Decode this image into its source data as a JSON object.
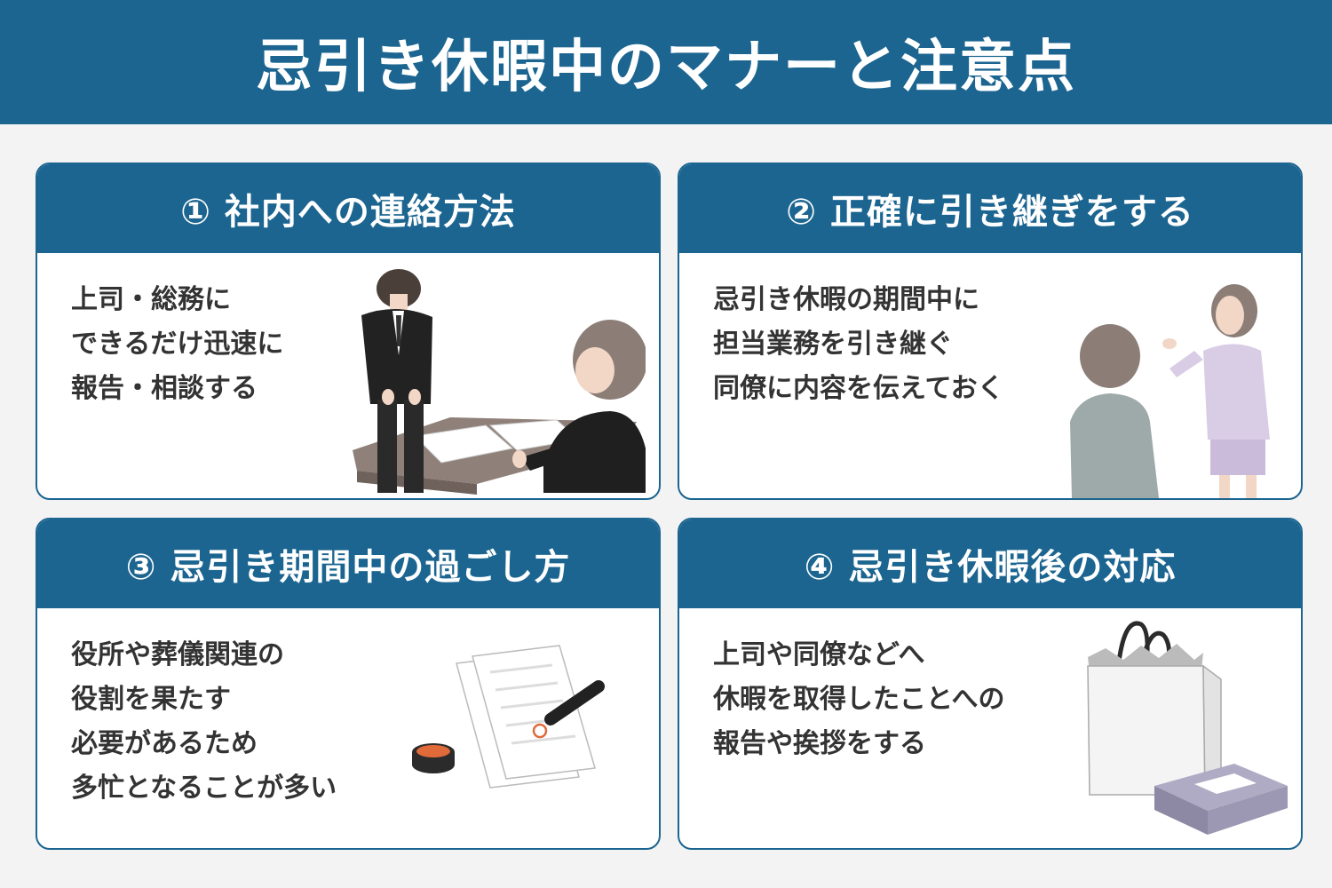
{
  "title": "忌引き休暇中のマナーと注意点",
  "colors": {
    "accent": "#1b6590",
    "background": "#f3f3f3",
    "card": "#ffffff",
    "text": "#333333"
  },
  "cards": [
    {
      "number": "①",
      "heading": "社内への連絡方法",
      "lines": [
        "上司・総務に",
        "できるだけ迅速に",
        "報告・相談する"
      ],
      "illustration": "bowing-man-reporting-to-manager-at-desk"
    },
    {
      "number": "②",
      "heading": "正確に引き継ぎをする",
      "lines": [
        "忌引き休暇の期間中に",
        "担当業務を引き継ぐ",
        "同僚に内容を伝えておく"
      ],
      "illustration": "woman-explaining-to-colleague"
    },
    {
      "number": "③",
      "heading": "忌引き期間中の過ごし方",
      "lines": [
        "役所や葬儀関連の",
        "役割を果たす",
        "必要があるため",
        "多忙となることが多い"
      ],
      "illustration": "documents-with-seal-stamp"
    },
    {
      "number": "④",
      "heading": "忌引き休暇後の対応",
      "lines": [
        "上司や同僚などへ",
        "休暇を取得したことへの",
        "報告や挨拶をする"
      ],
      "illustration": "gift-bag-and-box"
    }
  ]
}
